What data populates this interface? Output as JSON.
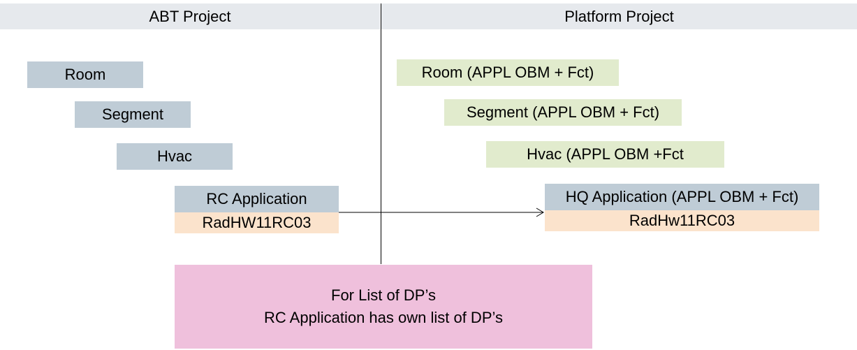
{
  "columns": {
    "left_title": "ABT Project",
    "right_title": "Platform Project"
  },
  "abt_hierarchy": {
    "room": "Room",
    "segment": "Segment",
    "hvac": "Hvac",
    "application": "RC Application",
    "hardware": "RadHW11RC03"
  },
  "platform_hierarchy": {
    "room": "Room (APPL OBM + Fct)",
    "segment": "Segment (APPL OBM + Fct)",
    "hvac": "Hvac (APPL OBM +Fct",
    "application": "HQ Application  (APPL OBM + Fct)",
    "hardware": "RadHw11RC03"
  },
  "note": {
    "line1": "For List of DP’s",
    "line2": "RC Application has own list of DP’s"
  },
  "colors": {
    "header_bg": "#e6e9ed",
    "abt_box": "#bfccd6",
    "platform_box": "#e1ebcd",
    "hardware_box": "#fbe3cc",
    "note_box": "#efc0dc"
  }
}
